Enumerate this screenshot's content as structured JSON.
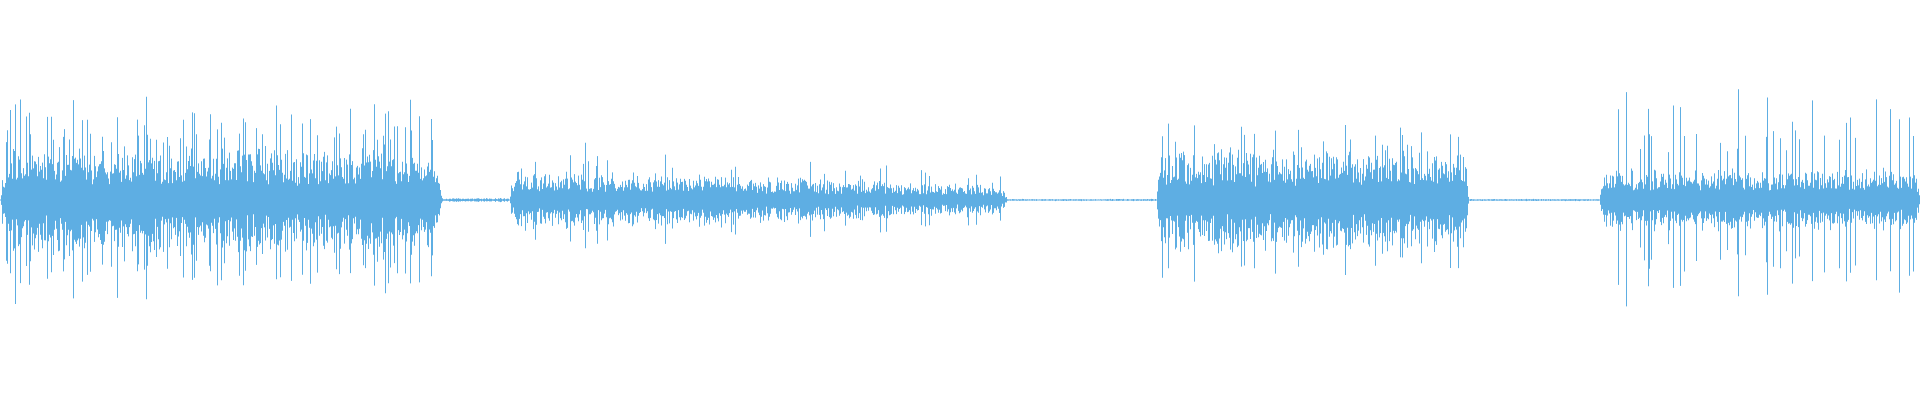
{
  "waveform": {
    "color": "#5eaee3",
    "background": "#ffffff",
    "segments": [
      {
        "kind": "burst",
        "start": 0.0,
        "end": 0.23,
        "level": 0.5,
        "spike_level": 1.0,
        "spike_density": 0.55,
        "decay": 0.05
      },
      {
        "kind": "silence",
        "start": 0.23,
        "end": 0.265,
        "level": 0.02
      },
      {
        "kind": "burst",
        "start": 0.265,
        "end": 0.525,
        "level": 0.3,
        "spike_level": 0.6,
        "spike_density": 0.25,
        "decay": 0.55
      },
      {
        "kind": "silence",
        "start": 0.525,
        "end": 0.602,
        "level": 0.01
      },
      {
        "kind": "burst",
        "start": 0.602,
        "end": 0.765,
        "level": 0.5,
        "spike_level": 0.75,
        "spike_density": 0.45,
        "decay": 0.1
      },
      {
        "kind": "silence",
        "start": 0.765,
        "end": 0.833,
        "level": 0.01
      },
      {
        "kind": "burst",
        "start": 0.833,
        "end": 1.0,
        "level": 0.3,
        "spike_level": 1.0,
        "spike_density": 0.3,
        "decay": 0.0
      }
    ]
  }
}
